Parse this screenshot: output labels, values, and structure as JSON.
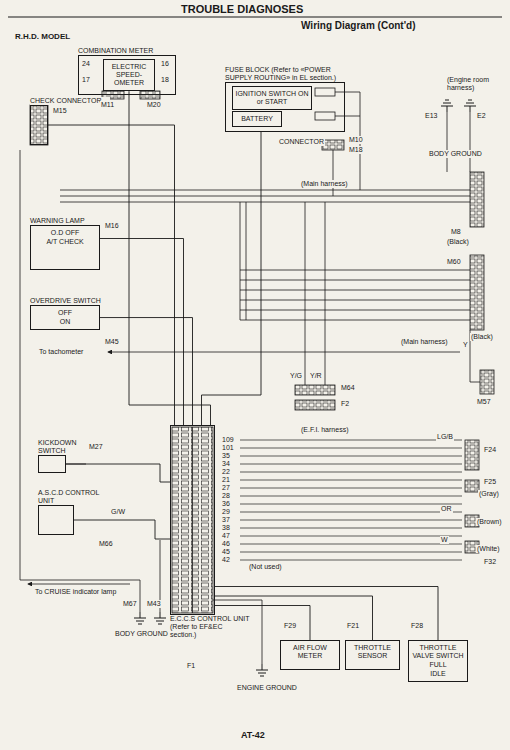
{
  "diagram": {
    "title": "TROUBLE DIAGNOSES",
    "nodes": [
      {
        "text": [
          "COMBINATION METER"
        ]
      },
      {
        "text": [
          "ELECTRIC SPEED-OMETER"
        ],
        "in": 0
      },
      {
        "text": [
          "CHECK CONNECTOR"
        ]
      },
      {
        "text": [
          "FUSE BLOCK (Refer to «POWER SUPPLY ROUTING» in EL section.)"
        ]
      },
      {
        "text": [
          "IGNITION SWITCH ON or START"
        ],
        "in": 3
      },
      {
        "text": [
          "BATTERY"
        ],
        "in": 3
      },
      {
        "text": [
          "WARNING LAMP",
          "O.D OFF",
          "A/T CHECK"
        ]
      },
      {
        "text": [
          "OVERDRIVE SWITCH",
          "OFF",
          "ON"
        ]
      },
      {
        "text": [
          "KICKDOWN SWITCH"
        ]
      },
      {
        "text": [
          "A.S.C.D CONTROL UNIT"
        ]
      },
      {
        "text": [
          "E.C.C.S CONTROL UNIT (Refer to EF&EC section.)"
        ]
      },
      {
        "text": [
          "AIR FLOW METER"
        ]
      },
      {
        "text": [
          "THROTTLE SENSOR"
        ]
      },
      {
        "text": [
          "THROTTLE VALVE SWITCH",
          "FULL",
          "IDLE"
        ]
      }
    ],
    "edges": [
      {
        "from": 1,
        "to": 10,
        "arrow": "none"
      },
      {
        "from": 2,
        "to": 10,
        "arrow": "none"
      },
      {
        "from": 3,
        "to": 10,
        "arrow": "none"
      },
      {
        "from": 6,
        "to": 10,
        "arrow": "none"
      },
      {
        "from": 7,
        "to": 10,
        "arrow": "none"
      },
      {
        "from": 8,
        "to": 10,
        "arrow": "none"
      },
      {
        "from": 9,
        "to": 10,
        "arrow": "none"
      },
      {
        "from": 10,
        "to": 13,
        "arrow": "none"
      },
      {
        "from": 10,
        "to": 12,
        "arrow": "none"
      },
      {
        "from": 10,
        "to": 11,
        "arrow": "none"
      }
    ],
    "labels": [
      "Wiring Diagram (Cont'd)",
      "R.H.D. MODEL",
      "24",
      "17",
      "16",
      "18",
      "M15",
      "M11",
      "M20",
      "CONNECTOR",
      "M10",
      "M18",
      "(Engine room harness)",
      "E13",
      "E2",
      "BODY GROUND",
      "(Main harness)",
      "M8",
      "(Black)",
      "M60",
      "(Black)",
      "M16",
      "To tachometer",
      "M45",
      "(Main harness)",
      "Y",
      "M57",
      "Y/G",
      "Y/R",
      "M64",
      "F2",
      "(E.F.I. harness)",
      "LG/B",
      "F24",
      "F25",
      "(Gray)",
      "OR",
      "(Brown)",
      "W",
      "(White)",
      "F32",
      "M27",
      "G/W",
      "M66",
      "To CRUISE indicator lamp",
      "M67",
      "M43",
      "BODY GROUND",
      "F1",
      "(Not used)",
      "F29",
      "F21",
      "F28",
      "ENGINE GROUND",
      "AT-42",
      "109",
      "101",
      "35",
      "34",
      "22",
      "21",
      "27",
      "28",
      "36",
      "29",
      "37",
      "38",
      "47",
      "46",
      "45",
      "42"
    ]
  }
}
